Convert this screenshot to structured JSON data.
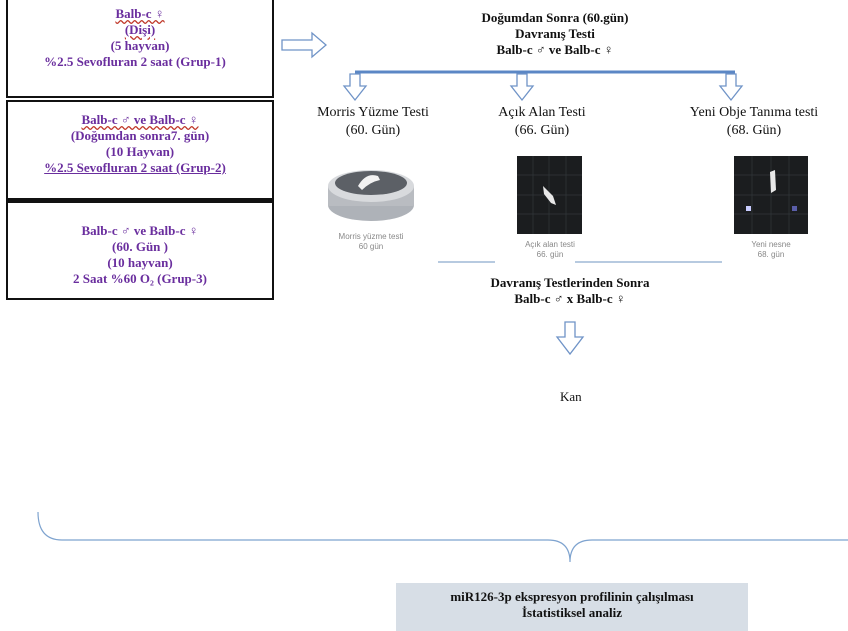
{
  "groups": [
    {
      "lines": [
        "Balb-c ♀",
        "(Dişi)",
        "(5 hayvan)",
        "%2.5 Sevofluran 2 saat (Grup-1)"
      ]
    },
    {
      "lines": [
        "Balb-c ♂  ve   Balb-c ♀",
        "(Doğumdan sonra7. gün)",
        "(10 Hayvan)",
        "%2.5 Sevofluran 2 saat (Grup-2)"
      ]
    },
    {
      "lines": [
        "Balb-c ♂  ve   Balb-c ♀",
        "(60. Gün )",
        "(10 hayvan)",
        "2 Saat %60 O₂   (Grup-3)"
      ]
    }
  ],
  "top_title": [
    "Doğumdan Sonra (60.gün)",
    "Davranış Testi",
    "Balb-c ♂ ve  Balb-c ♀"
  ],
  "tests": [
    {
      "title": "Morris Yüzme Testi",
      "day": "(60. Gün)",
      "caption": [
        "Morris  yüzme testi",
        "60 gün"
      ]
    },
    {
      "title": "Açık Alan Testi",
      "day": "(66. Gün)",
      "caption": [
        "Açık alan testi",
        "66. gün"
      ]
    },
    {
      "title": "Yeni Obje Tanıma testi",
      "day": "(68. Gün)",
      "caption": [
        "Yeni nesne",
        "68. gün"
      ]
    }
  ],
  "after_tests": [
    "Davranış Testlerinden Sonra",
    "Balb-c ♂ x Balb-c ♀"
  ],
  "blood": "Kan",
  "final": [
    "miR126-3p ekspresyon  profilinin çalışılması",
    "İstatistiksel analiz"
  ],
  "colors": {
    "group_text": "#6a2e9e",
    "arrow": "#6f93c7",
    "line": "#9fb8d6",
    "footer_bg": "#d7dee6",
    "wavy": "#c0392b"
  }
}
